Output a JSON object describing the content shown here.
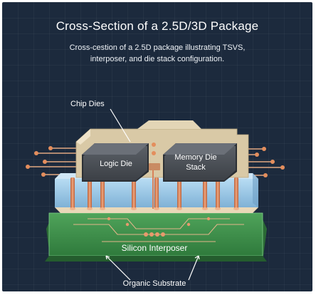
{
  "header": {
    "title": "Cross-Section of a 2.5D/3D Package",
    "subtitle_line1": "Cross-cestion of a 2.5D package illustrating TSVS,",
    "subtitle_line2": "interposer, and die stack configuration."
  },
  "labels": {
    "chip_dies": "Chip Dies",
    "logic_die": "Logic Die",
    "memory_die_line1": "Memory Die",
    "memory_die_line2": "Stack",
    "silicon_interposer": "Silicon Interposer",
    "organic_substrate": "Organic Substrate"
  },
  "colors": {
    "background": "#1c2a3d",
    "chip_die_body": "#d9c9a6",
    "die_block": "#4a4f55",
    "interposer_blue": "#9cc7e6",
    "substrate_green": "#3f8f4a",
    "copper": "#d9825a"
  }
}
